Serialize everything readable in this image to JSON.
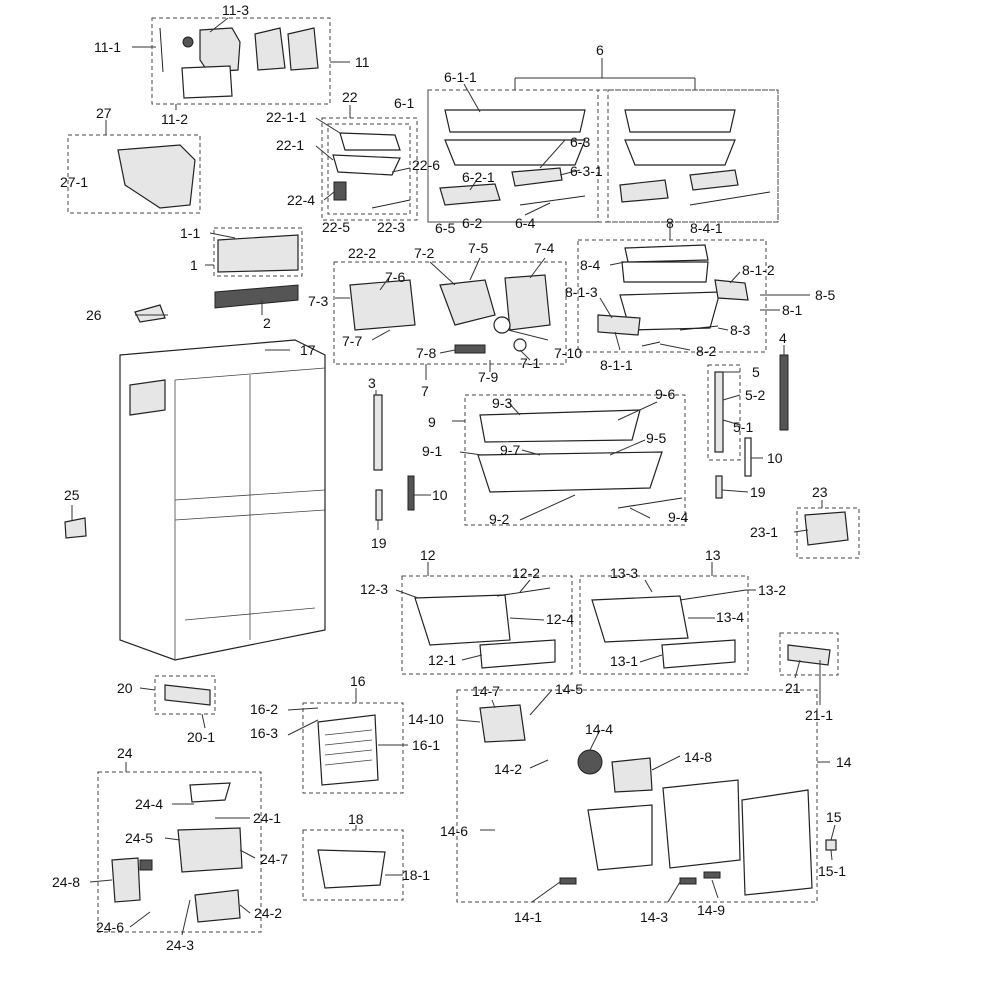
{
  "labels": {
    "l_11_3": "11-3",
    "l_11_1": "11-1",
    "l_11": "11",
    "l_11_2": "11-2",
    "l_27": "27",
    "l_27_1": "27-1",
    "l_22": "22",
    "l_22_1_1": "22-1-1",
    "l_22_1": "22-1",
    "l_22_6": "22-6",
    "l_22_4": "22-4",
    "l_22_5": "22-5",
    "l_22_3": "22-3",
    "l_22_2": "22-2",
    "l_6": "6",
    "l_6_1_1": "6-1-1",
    "l_6_1": "6-1",
    "l_6_3": "6-3",
    "l_6_3_1": "6-3-1",
    "l_6_2_1": "6-2-1",
    "l_6_2": "6-2",
    "l_6_5": "6-5",
    "l_6_4": "6-4",
    "l_8": "8",
    "l_8_4_1": "8-4-1",
    "l_8_4": "8-4",
    "l_8_1_2": "8-1-2",
    "l_8_5": "8-5",
    "l_8_1": "8-1",
    "l_8_1_3": "8-1-3",
    "l_8_3": "8-3",
    "l_8_2": "8-2",
    "l_8_1_1": "8-1-1",
    "l_1_1": "1-1",
    "l_1": "1",
    "l_26": "26",
    "l_2": "2",
    "l_17": "17",
    "l_7_2": "7-2",
    "l_7_5": "7-5",
    "l_7_4": "7-4",
    "l_7_6": "7-6",
    "l_7_3": "7-3",
    "l_7_7": "7-7",
    "l_7_8": "7-8",
    "l_7_1": "7-1",
    "l_7_10": "7-10",
    "l_7_9": "7-9",
    "l_7": "7",
    "l_3": "3",
    "l_4": "4",
    "l_5": "5",
    "l_5_2": "5-2",
    "l_5_1": "5-1",
    "l_10a": "10",
    "l_19a": "19",
    "l_23": "23",
    "l_23_1": "23-1",
    "l_9": "9",
    "l_9_3": "9-3",
    "l_9_6": "9-6",
    "l_9_1": "9-1",
    "l_9_7": "9-7",
    "l_9_5": "9-5",
    "l_9_2": "9-2",
    "l_9_4": "9-4",
    "l_10b": "10",
    "l_19b": "19",
    "l_25": "25",
    "l_12": "12",
    "l_12_2": "12-2",
    "l_12_3": "12-3",
    "l_12_4": "12-4",
    "l_12_1": "12-1",
    "l_13": "13",
    "l_13_3": "13-3",
    "l_13_2": "13-2",
    "l_13_4": "13-4",
    "l_13_1": "13-1",
    "l_21": "21",
    "l_21_1": "21-1",
    "l_20": "20",
    "l_20_1": "20-1",
    "l_16": "16",
    "l_16_2": "16-2",
    "l_16_3": "16-3",
    "l_16_1": "16-1",
    "l_14_7": "14-7",
    "l_14_5": "14-5",
    "l_14_10": "14-10",
    "l_14_4": "14-4",
    "l_14_2": "14-2",
    "l_14_8": "14-8",
    "l_14": "14",
    "l_14_6": "14-6",
    "l_14_1": "14-1",
    "l_14_3": "14-3",
    "l_14_9": "14-9",
    "l_15": "15",
    "l_15_1": "15-1",
    "l_18": "18",
    "l_18_1": "18-1",
    "l_24": "24",
    "l_24_4": "24-4",
    "l_24_1": "24-1",
    "l_24_5": "24-5",
    "l_24_7": "24-7",
    "l_24_8": "24-8",
    "l_24_2": "24-2",
    "l_24_6": "24-6",
    "l_24_3": "24-3"
  }
}
